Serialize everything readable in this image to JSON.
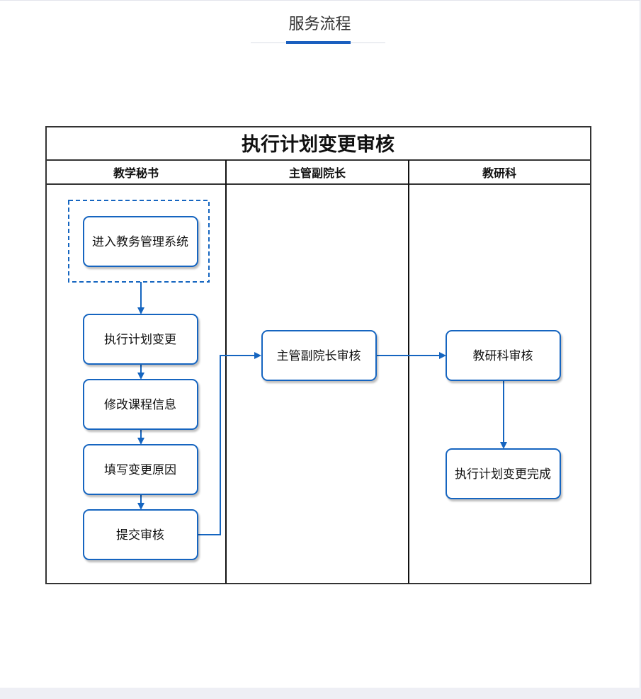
{
  "header": {
    "title": "服务流程"
  },
  "diagram": {
    "title": "执行计划变更审核",
    "lanes": [
      "教学秘书",
      "主管副院长",
      "教研科"
    ],
    "nodes": [
      {
        "id": "n1",
        "label": "进入教务管理系统",
        "lane": "教学秘书"
      },
      {
        "id": "n2",
        "label": "执行计划变更",
        "lane": "教学秘书"
      },
      {
        "id": "n3",
        "label": "修改课程信息",
        "lane": "教学秘书"
      },
      {
        "id": "n4",
        "label": "填写变更原因",
        "lane": "教学秘书"
      },
      {
        "id": "n5",
        "label": "提交审核",
        "lane": "教学秘书"
      },
      {
        "id": "n6",
        "label": "主管副院长审核",
        "lane": "主管副院长"
      },
      {
        "id": "n7",
        "label": "教研科审核",
        "lane": "教研科"
      },
      {
        "id": "n8",
        "label": "执行计划变更完成",
        "lane": "教研科"
      }
    ],
    "edges": [
      {
        "from": "n1",
        "to": "n2"
      },
      {
        "from": "n2",
        "to": "n3"
      },
      {
        "from": "n3",
        "to": "n4"
      },
      {
        "from": "n4",
        "to": "n5"
      },
      {
        "from": "n5",
        "to": "n6"
      },
      {
        "from": "n6",
        "to": "n7"
      },
      {
        "from": "n7",
        "to": "n8"
      }
    ]
  },
  "colors": {
    "accent": "#1a5fbf",
    "node_border": "#1565c0",
    "lane_border": "#222222"
  }
}
